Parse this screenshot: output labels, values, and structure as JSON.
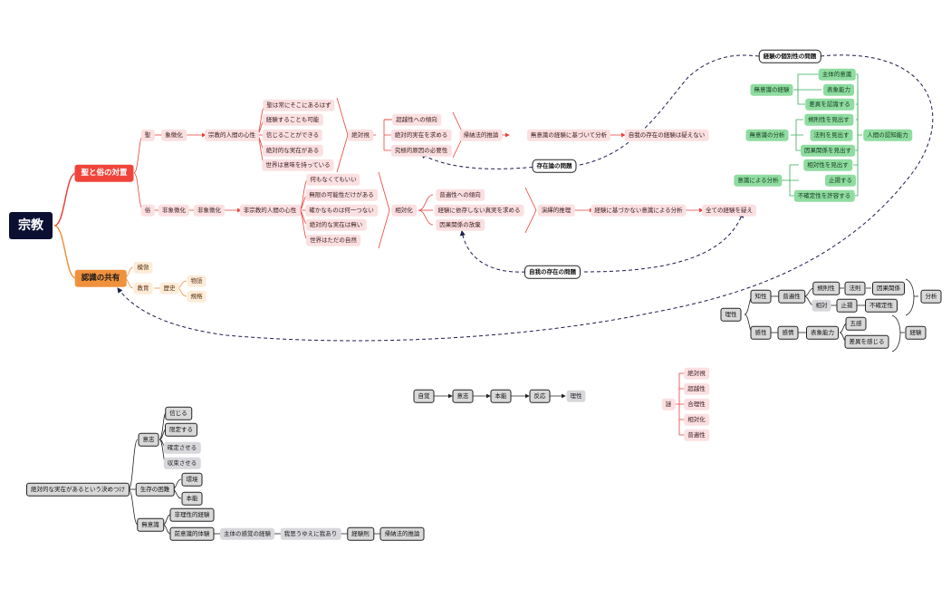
{
  "root": "宗教",
  "main": {
    "sacred_secular": "聖と俗の対置",
    "shared_cognition": "認識の共有"
  },
  "sacred": {
    "label": "聖",
    "symbolize": "象徴化",
    "mind": "宗教的人間の心性",
    "beliefs": [
      "聖は常にそこにあるはず",
      "経験することも可能",
      "信じることができる",
      "絶対的な実在がある",
      "世界は意味を持っている"
    ],
    "absolute": "絶対視",
    "tendencies": [
      "超越性への傾向",
      "絶対的実在を求める",
      "究極的原因の必要性"
    ],
    "induction": "帰納法的推論",
    "analysis": "無意識の経験に基づいて分析",
    "doubt": "自我の存在の経験は疑えない"
  },
  "secular": {
    "label": "俗",
    "desymbolize": "非象徴化",
    "nonsymbol": "非象徴化",
    "mind": "非宗教的人間の心性",
    "beliefs": [
      "何もなくてもいい",
      "無限の可能性だけがある",
      "確かなものは何一つない",
      "絶対的な実在は無い",
      "世界はただの自然"
    ],
    "relative": "相対化",
    "tendencies": [
      "普遍性への傾向",
      "経験に依存しない真実を求める",
      "因果関係の放棄"
    ],
    "deduction": "演繹的推理",
    "analysis": "経験に基づかない意識による分析",
    "doubt": "全ての経験を疑え"
  },
  "shared": {
    "imitation": "模倣",
    "education": "教育",
    "history": "歴史",
    "story": "物語",
    "rules": "規格"
  },
  "problems": {
    "individuality": "経験の個別性の問題",
    "existence_theory": "存在論の問題",
    "self_existence": "自我の存在の問題"
  },
  "green": {
    "unconscious_experience": "無意識の経験",
    "unconscious_analysis": "無意識の分析",
    "conscious_analysis": "意識による分析",
    "items": [
      "主体的意識",
      "表象能力",
      "差異を認識する",
      "規則性を見出す",
      "法則を見出す",
      "因果関係を見出す",
      "相対性を見出す",
      "止揚する",
      "不確定性を許容する"
    ],
    "cognition": "人間の認知能力"
  },
  "reason": {
    "reason": "理性",
    "intellect": "知性",
    "universality": "普遍性",
    "regularity": "規則性",
    "law": "法則",
    "causality": "因果関係",
    "relative": "相対",
    "aufheben": "止揚",
    "uncertainty": "不確定性",
    "analysis": "分析",
    "sensibility": "感性",
    "emotion": "感情",
    "representation": "表象能力",
    "five_senses": "五感",
    "feel_difference": "差異を感じる",
    "experience": "経験"
  },
  "flow": [
    "自覚",
    "意志",
    "本能",
    "反応",
    "理性"
  ],
  "pink_list": {
    "head": "謎",
    "items": [
      "絶対視",
      "超越性",
      "合理性",
      "相対化",
      "普遍性"
    ]
  },
  "bottom": {
    "root": "絶対的な実在があるという決めつけ",
    "will": "意志",
    "will_items": [
      "信じる",
      "限定する",
      "確定させる",
      "収束させる"
    ],
    "survival": "生存の困難",
    "survival_items": [
      "環境",
      "本能"
    ],
    "unconscious": "無意識",
    "unconscious_items": [
      "非理性的経験",
      "前意識的体験"
    ],
    "chain": [
      "主体の感覚の経験",
      "我思うゆえに我あり",
      "経験則",
      "帰納法的推論"
    ]
  }
}
